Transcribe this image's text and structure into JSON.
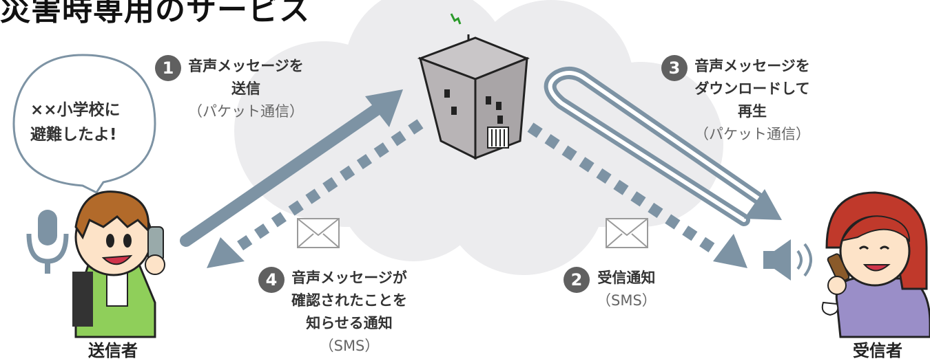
{
  "title": "災害時専用のサービス",
  "speech_bubble": {
    "line1": "××小学校に",
    "line2": "避難したよ!"
  },
  "sender": {
    "label": "送信者"
  },
  "receiver": {
    "label": "受信者"
  },
  "steps": [
    {
      "number": "1",
      "line1": "音声メッセージを",
      "line2": "送信",
      "line3": "",
      "sub": "（パケット通信）"
    },
    {
      "number": "2",
      "line1": "受信通知",
      "line2": "",
      "line3": "",
      "sub": "（SMS）"
    },
    {
      "number": "3",
      "line1": "音声メッセージを",
      "line2": "ダウンロードして",
      "line3": "再生",
      "sub": "（パケット通信）"
    },
    {
      "number": "4",
      "line1": "音声メッセージが",
      "line2": "確認されたことを",
      "line3": "知らせる通知",
      "sub": "（SMS）"
    }
  ],
  "icons": {
    "cloud": "cloud-icon",
    "server": "server-building-icon",
    "mic": "microphone-icon",
    "speaker": "speaker-icon",
    "mail": "envelope-icon"
  },
  "colors": {
    "arrow": "#7d93a4",
    "cloud": "#ececee",
    "badge": "#606060",
    "building": "#b8b4b6"
  }
}
